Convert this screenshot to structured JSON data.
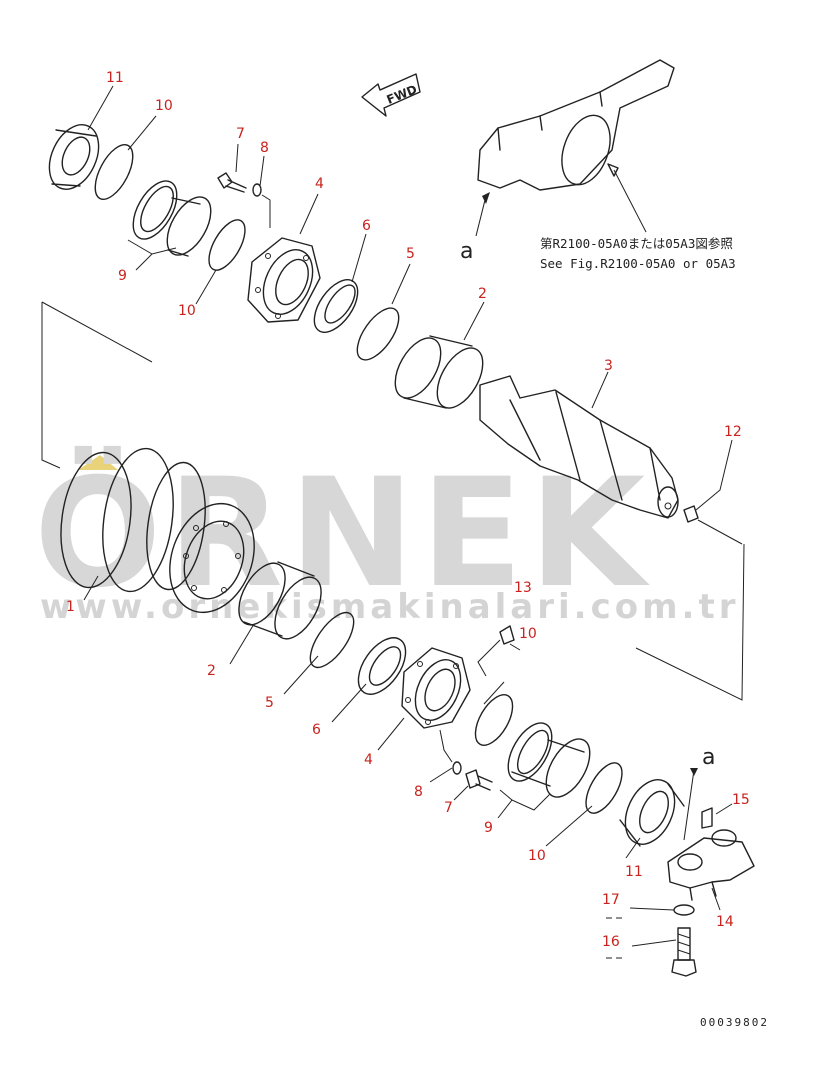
{
  "watermark": {
    "brand": "ÖRNEK",
    "url": "www.ornekismakinalari.com.tr"
  },
  "reference_note": {
    "japanese": "第R2100-05A0または05A3図参照",
    "english": "See Fig.R2100-05A0 or 05A3"
  },
  "direction_label": "FWD",
  "ref_letter": "a",
  "drawing_code": "00039802",
  "callouts": {
    "p1": "1",
    "p2a": "2",
    "p2b": "2",
    "p3": "3",
    "p4a": "4",
    "p4b": "4",
    "p5a": "5",
    "p5b": "5",
    "p6a": "6",
    "p6b": "6",
    "p7a": "7",
    "p7b": "7",
    "p8a": "8",
    "p8b": "8",
    "p9a": "9",
    "p9b": "9",
    "p10a": "10",
    "p10b": "10",
    "p10c": "10",
    "p10d": "10",
    "p11a": "11",
    "p11b": "11",
    "p12": "12",
    "p13": "13",
    "p14": "14",
    "p15": "15",
    "p16": "16",
    "p17": "17"
  },
  "colors": {
    "callout": "#c8231e",
    "line": "#222222",
    "watermark": "#d7d7d7",
    "watermark_accent": "#e8d27a"
  }
}
